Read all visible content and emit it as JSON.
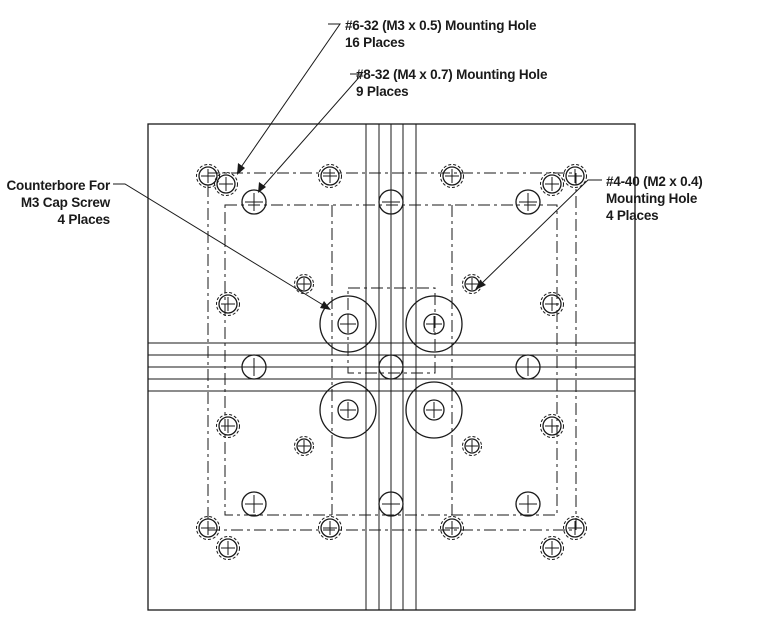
{
  "callouts": {
    "m3_hole": {
      "line1": "#6-32 (M3 x 0.5) Mounting Hole",
      "line2": "16 Places"
    },
    "m4_hole": {
      "line1": "#8-32 (M4 x 0.7) Mounting Hole",
      "line2": "9 Places"
    },
    "m2_hole": {
      "line1": "#4-40 (M2 x 0.4)",
      "line2": "Mounting Hole",
      "line3": "4 Places"
    },
    "counterbore": {
      "line1": "Counterbore For",
      "line2": "M3 Cap Screw",
      "line3": "4 Places"
    }
  },
  "colors": {
    "ink": "#1a1a1a",
    "background": "#ffffff"
  }
}
